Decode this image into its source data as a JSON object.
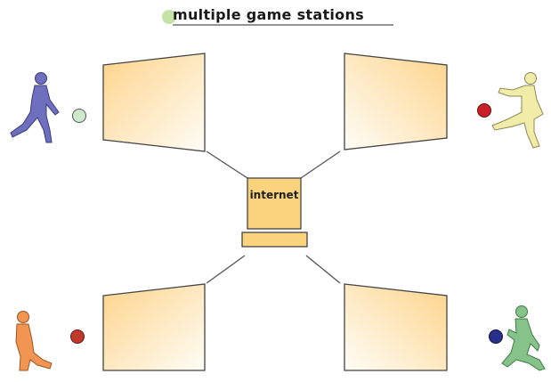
{
  "title": "multiple game stations",
  "hub": {
    "label": "internet"
  },
  "stations": [
    {
      "id": "top-left",
      "player_color": "#6f6fc0",
      "ball_color": "#cde9c9"
    },
    {
      "id": "top-right",
      "player_color": "#f1eca8",
      "ball_color": "#c81f2b"
    },
    {
      "id": "bottom-left",
      "player_color": "#f29552",
      "ball_color": "#c0392b"
    },
    {
      "id": "bottom-right",
      "player_color": "#86c38a",
      "ball_color": "#2a2f8c"
    }
  ],
  "colors": {
    "screen_fill": "#fde7b4",
    "hub_fill": "#fbd37d",
    "outline": "#555555",
    "title_bullet": "#c5e3a6"
  }
}
